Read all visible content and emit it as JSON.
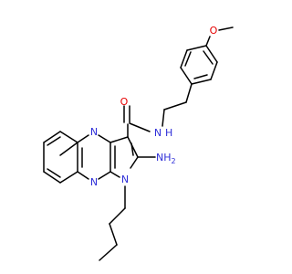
{
  "molecule": {
    "colors": {
      "bond": "#000000",
      "nitrogen": "#2e2ed8",
      "oxygen": "#e60000",
      "background": "#ffffff"
    },
    "atom_labels": {
      "amide_O": "O",
      "amide_NH": "N",
      "amide_H": "H",
      "methoxy_O": "O",
      "quinox_N_top": "N",
      "quinox_N_bottom": "N",
      "pyrrole_N": "N",
      "amino_NH2": "NH",
      "amino_sub": "2"
    }
  }
}
